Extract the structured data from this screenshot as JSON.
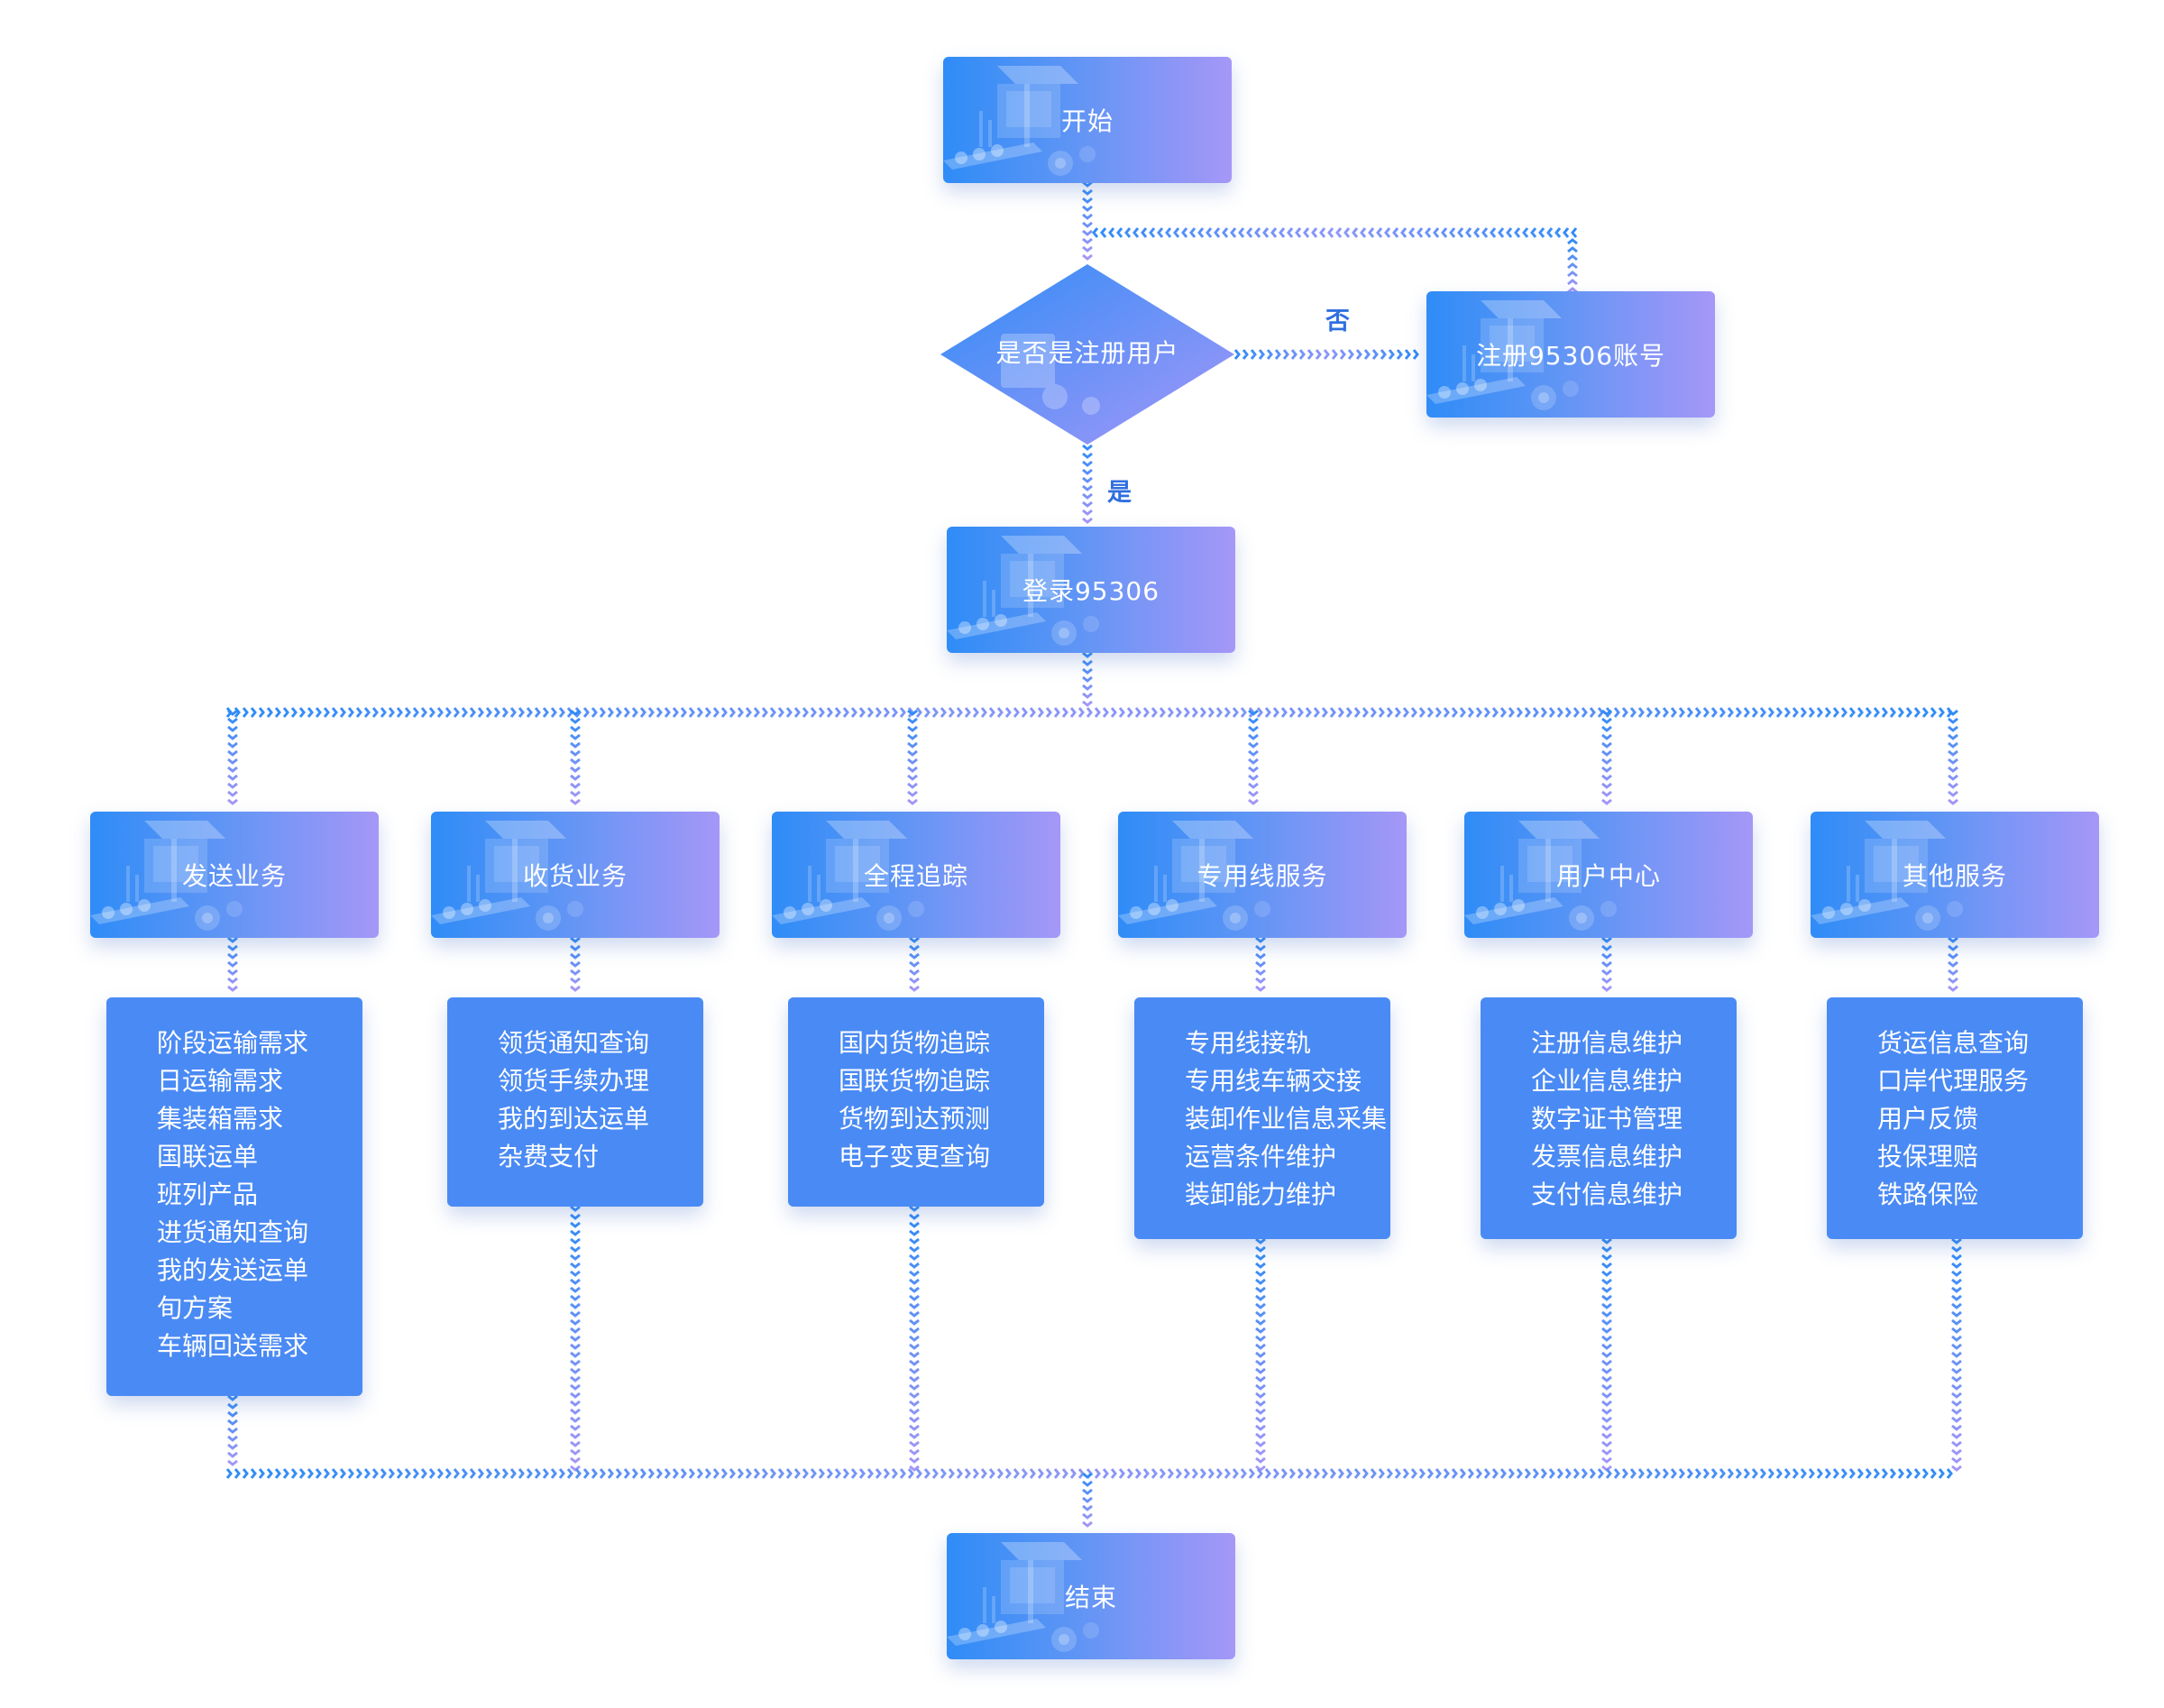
{
  "start": "开始",
  "decision": "是否是注册用户",
  "no_label": "否",
  "yes_label": "是",
  "register": "注册95306账号",
  "login": "登录95306",
  "end": "结束",
  "categories": [
    {
      "title": "发送业务",
      "items": [
        "阶段运输需求",
        "日运输需求",
        "集装箱需求",
        "国联运单",
        "班列产品",
        "进货通知查询",
        "我的发送运单",
        "旬方案",
        "车辆回送需求"
      ]
    },
    {
      "title": "收货业务",
      "items": [
        "领货通知查询",
        "领货手续办理",
        "我的到达运单",
        "杂费支付"
      ]
    },
    {
      "title": "全程追踪",
      "items": [
        "国内货物追踪",
        "国联货物追踪",
        "货物到达预测",
        "电子变更查询"
      ]
    },
    {
      "title": "专用线服务",
      "items": [
        "专用线接轨",
        "专用线车辆交接",
        "装卸作业信息采集",
        "运营条件维护",
        "装卸能力维护"
      ]
    },
    {
      "title": "用户中心",
      "items": [
        "注册信息维护",
        "企业信息维护",
        "数字证书管理",
        "发票信息维护",
        "支付信息维护"
      ]
    },
    {
      "title": "其他服务",
      "items": [
        "货运信息查询",
        "口岸代理服务",
        "用户反馈",
        "投保理赔",
        "铁路保险"
      ]
    }
  ],
  "colors": {
    "blue": "#2f8cf7",
    "purple": "#a597f7",
    "list_bg": "#4a8af4",
    "label": "#2f6fe0"
  }
}
